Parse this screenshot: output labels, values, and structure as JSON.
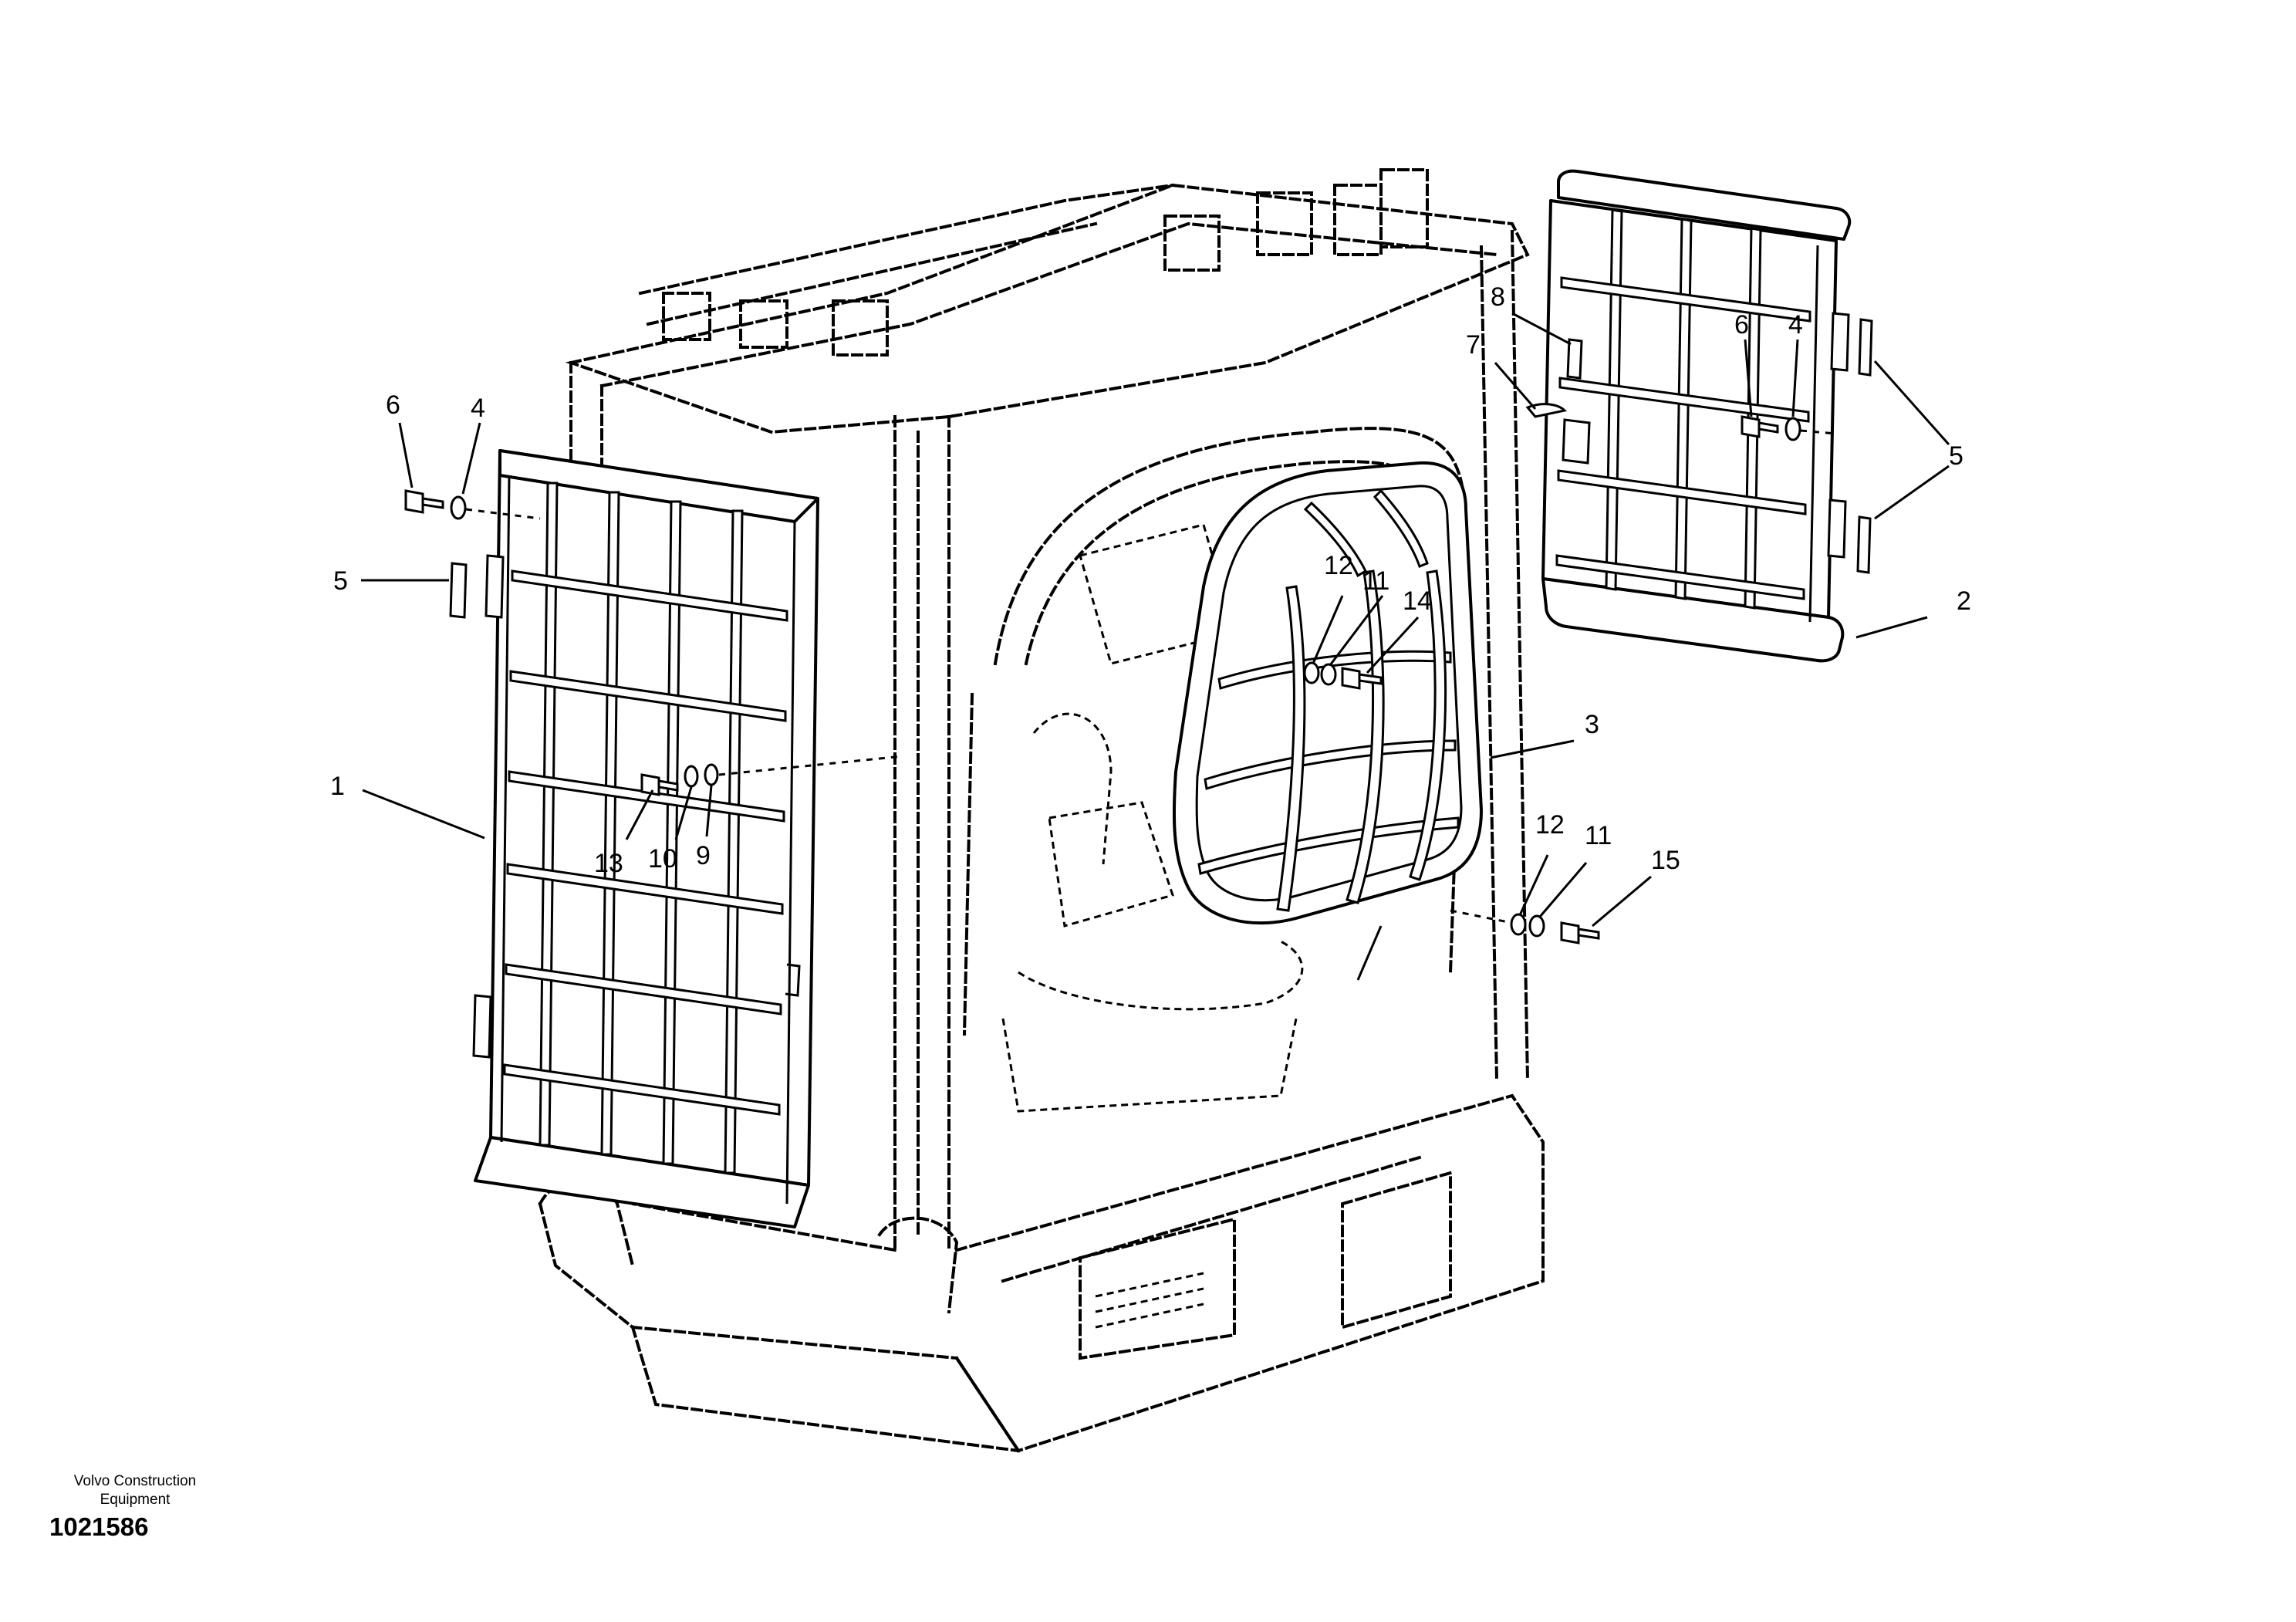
{
  "callouts": {
    "c1": "1",
    "c2": "2",
    "c3": "3",
    "c4_left": "4",
    "c4_right": "4",
    "c5_left": "5",
    "c5_right": "5",
    "c6_left": "6",
    "c6_right": "6",
    "c7": "7",
    "c8": "8",
    "c9": "9",
    "c10": "10",
    "c11_upper": "11",
    "c11_lower": "11",
    "c12_upper": "12",
    "c12_lower": "12",
    "c13": "13",
    "c14": "14",
    "c15": "15"
  },
  "caption": {
    "line1": "Volvo Construction",
    "line2": "Equipment"
  },
  "drawing_number": "1021586"
}
